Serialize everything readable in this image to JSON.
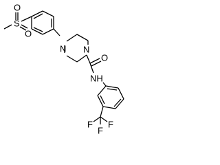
{
  "molecule": {
    "atoms": [
      {
        "label": "O"
      },
      {
        "label": "S"
      },
      {
        "label": "O"
      },
      {
        "label": "N"
      },
      {
        "label": "N"
      },
      {
        "label": "O"
      },
      {
        "label": "NH"
      },
      {
        "label": "F"
      },
      {
        "label": "F"
      },
      {
        "label": "F"
      }
    ],
    "colors": {
      "ink": "#000000",
      "background": "#ffffff"
    }
  }
}
